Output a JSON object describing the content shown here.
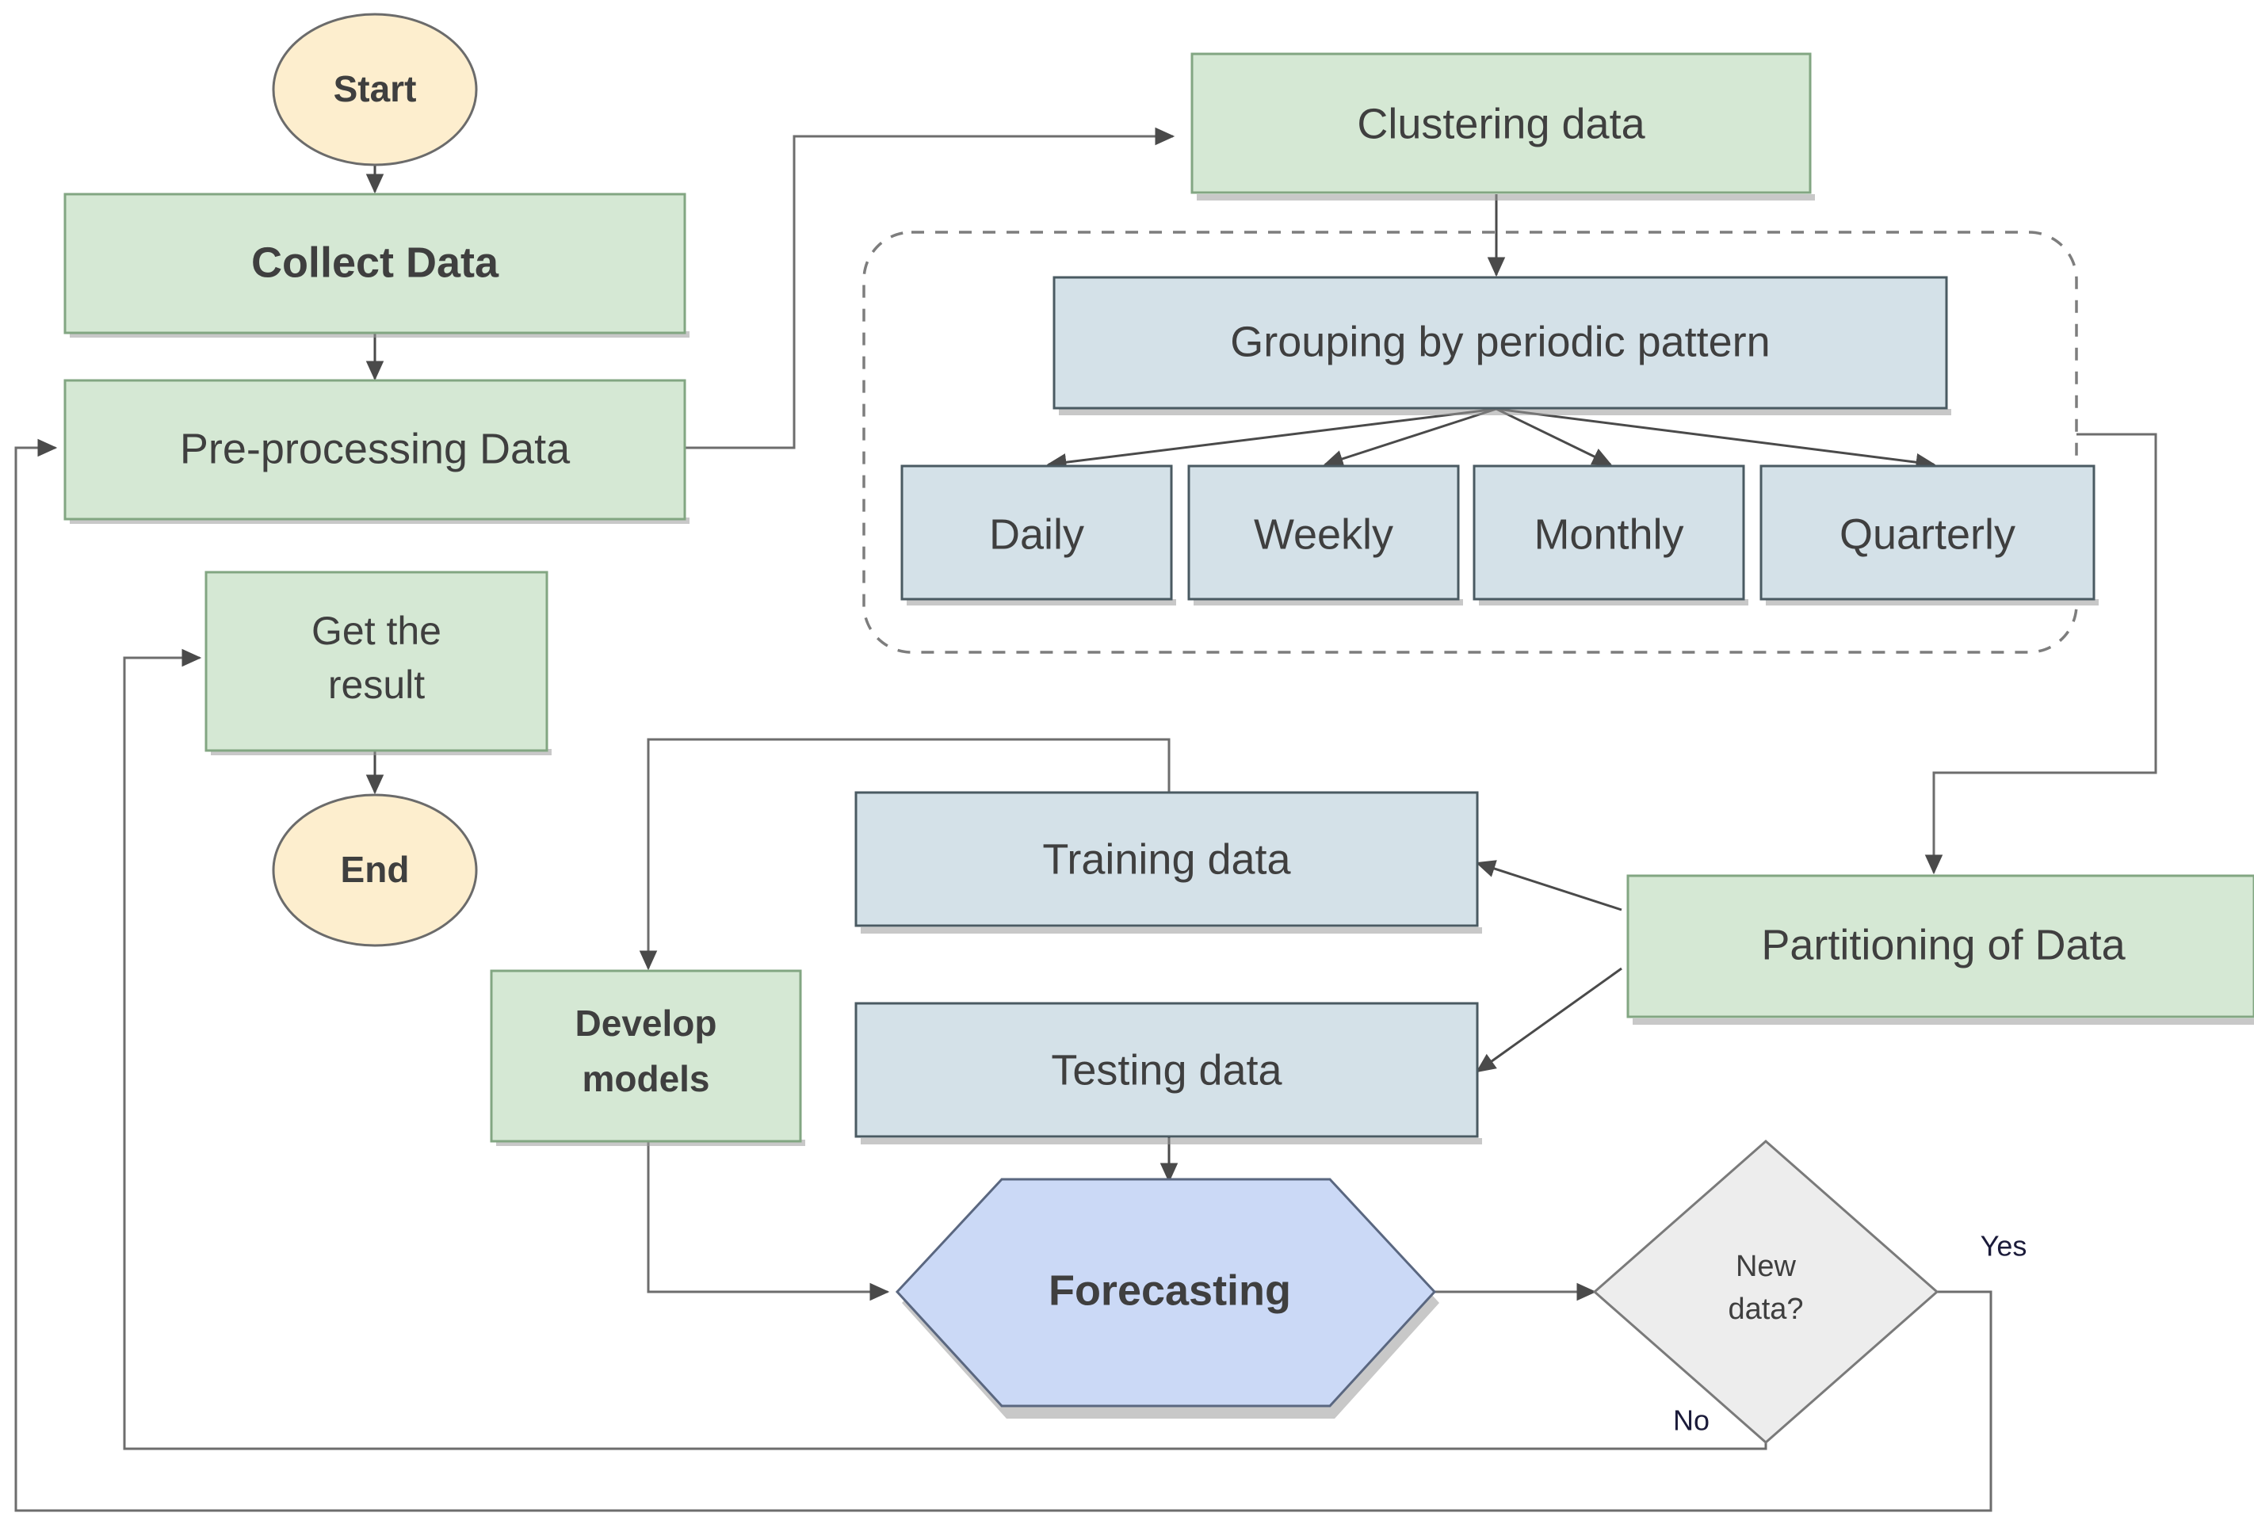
{
  "diagram": {
    "type": "flowchart",
    "orientation": "mixed",
    "colors": {
      "process_fill": "#d5e8d4",
      "process_stroke": "#82a682",
      "data_fill": "#d4e1e8",
      "data_stroke": "#4a5a62",
      "terminal_fill": "#fdeece",
      "terminal_stroke": "#6b6b6b",
      "hexagon_fill": "#cbd9f6",
      "hexagon_stroke": "#5a6780",
      "decision_fill": "#ededed",
      "decision_stroke": "#7a7a7a",
      "edge_stroke": "#6d6d6d",
      "group_stroke": "#7d7d7d",
      "text": "#3f3f3f",
      "background": "#ffffff"
    },
    "nodes": {
      "start": {
        "label": "Start",
        "shape": "ellipse"
      },
      "collect_data": {
        "label": "Collect Data",
        "shape": "rectangle"
      },
      "preprocessing": {
        "label": "Pre-processing Data",
        "shape": "rectangle"
      },
      "get_result": {
        "label": "Get the\nresult",
        "line1": "Get the",
        "line2": "result",
        "shape": "rectangle"
      },
      "end": {
        "label": "End",
        "shape": "ellipse"
      },
      "clustering": {
        "label": "Clustering data",
        "shape": "rectangle"
      },
      "grouping": {
        "label": "Grouping by periodic pattern",
        "shape": "rectangle"
      },
      "daily": {
        "label": "Daily",
        "shape": "rectangle"
      },
      "weekly": {
        "label": "Weekly",
        "shape": "rectangle"
      },
      "monthly": {
        "label": "Monthly",
        "shape": "rectangle"
      },
      "quarterly": {
        "label": "Quarterly",
        "shape": "rectangle"
      },
      "partitioning": {
        "label": "Partitioning of Data",
        "shape": "rectangle"
      },
      "training_data": {
        "label": "Training data",
        "shape": "rectangle"
      },
      "testing_data": {
        "label": "Testing data",
        "shape": "rectangle"
      },
      "develop_models": {
        "label": "Develop\nmodels",
        "line1": "Develop",
        "line2": "models",
        "shape": "rectangle"
      },
      "forecasting": {
        "label": "Forecasting",
        "shape": "hexagon"
      },
      "new_data_decision": {
        "label": "New\ndata?",
        "line1": "New",
        "line2": "data?",
        "shape": "diamond"
      }
    },
    "edge_labels": {
      "yes": "Yes",
      "no": "No"
    },
    "periodic_groups": [
      "Daily",
      "Weekly",
      "Monthly",
      "Quarterly"
    ],
    "edges": [
      {
        "from": "start",
        "to": "collect_data"
      },
      {
        "from": "collect_data",
        "to": "preprocessing"
      },
      {
        "from": "preprocessing",
        "to": "clustering"
      },
      {
        "from": "clustering",
        "to": "grouping"
      },
      {
        "from": "grouping",
        "to": "daily"
      },
      {
        "from": "grouping",
        "to": "weekly"
      },
      {
        "from": "grouping",
        "to": "monthly"
      },
      {
        "from": "grouping",
        "to": "quarterly"
      },
      {
        "from": "grouping_container",
        "to": "partitioning"
      },
      {
        "from": "partitioning",
        "to": "training_data"
      },
      {
        "from": "partitioning",
        "to": "testing_data"
      },
      {
        "from": "training_data",
        "to": "develop_models"
      },
      {
        "from": "develop_models",
        "to": "forecasting"
      },
      {
        "from": "testing_data",
        "to": "forecasting"
      },
      {
        "from": "forecasting",
        "to": "new_data_decision"
      },
      {
        "from": "new_data_decision",
        "to": "preprocessing",
        "label": "Yes"
      },
      {
        "from": "new_data_decision",
        "to": "get_result",
        "label": "No"
      },
      {
        "from": "get_result",
        "to": "end"
      }
    ]
  }
}
